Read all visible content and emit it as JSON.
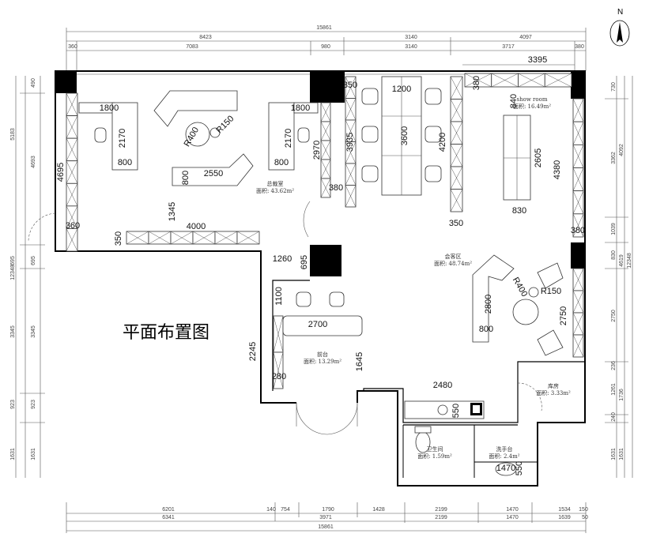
{
  "title": "平面布置图",
  "north": "N",
  "dims_top": [
    "15861",
    "8423",
    "3140",
    "4097",
    "360",
    "7083",
    "980",
    "3140",
    "3717",
    "380",
    "3395"
  ],
  "dims_bottom": [
    "6201",
    "140",
    "754",
    "1790",
    "1428",
    "2199",
    "1470",
    "1534",
    "150",
    "6341",
    "3971",
    "2199",
    "1470",
    "1639",
    "50",
    "15861"
  ],
  "dims_left": [
    "490",
    "5183",
    "4693",
    "695",
    "695",
    "12348",
    "3345",
    "3345",
    "923",
    "923",
    "1631",
    "1631"
  ],
  "dims_right": [
    "730",
    "3362",
    "4092",
    "1039",
    "830",
    "4619",
    "12348",
    "2750",
    "236",
    "1261",
    "1736",
    "240",
    "1631",
    "1631"
  ],
  "dims_inner": [
    "1800",
    "2170",
    "800",
    "R400",
    "R150",
    "2550",
    "800",
    "1345",
    "4000",
    "4695",
    "360",
    "350",
    "1800",
    "2170",
    "800",
    "2970",
    "3935",
    "380",
    "350",
    "1200",
    "3600",
    "4200",
    "350",
    "380",
    "840",
    "2605",
    "4380",
    "830",
    "380",
    "1260",
    "695",
    "1100",
    "2700",
    "2245",
    "1645",
    "280",
    "2800",
    "800",
    "R400",
    "R150",
    "2750",
    "2480",
    "550",
    "1470",
    "550"
  ],
  "rooms": [
    {
      "name": "总裁室",
      "area": "面积: 43.62m²"
    },
    {
      "name": "show room",
      "area": "面积: 16.49m²"
    },
    {
      "name": "会客区",
      "area": "面积: 48.74m²"
    },
    {
      "name": "前台",
      "area": "面积: 13.29m²"
    },
    {
      "name": "库房",
      "area": "面积: 3.33m²"
    },
    {
      "name": "卫生间",
      "area": "面积: 1.59m²"
    },
    {
      "name": "洗手台",
      "area": "面积: 2.4m²"
    }
  ]
}
